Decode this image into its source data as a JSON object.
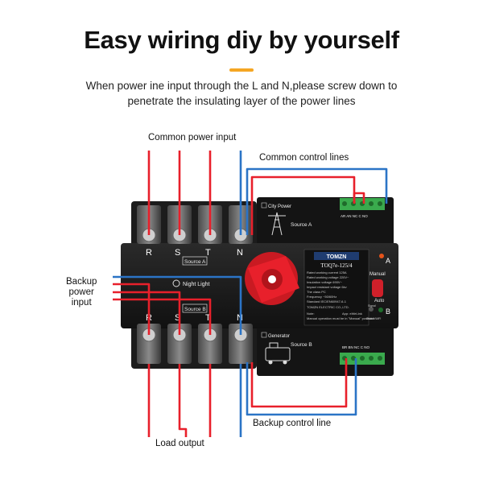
{
  "header": {
    "title": "Easy wiring diy by yourself",
    "subtitle_line1": "When power ine input through the L and N,please screw down to",
    "subtitle_line2": "penetrate the insulating layer of the power lines"
  },
  "callouts": {
    "common_power_input": "Common power input",
    "common_control_lines": "Common control lines",
    "backup_power_input_1": "Backup",
    "backup_power_input_2": "power",
    "backup_power_input_3": "input",
    "backup_control_line": "Backup control line",
    "load_output": "Load output"
  },
  "device": {
    "terminals_top": [
      "R",
      "S",
      "T",
      "N"
    ],
    "terminals_bottom": [
      "R",
      "S",
      "T",
      "N"
    ],
    "source_a_tag": "Source A",
    "source_b_tag": "Source B",
    "night_light": "Night Light",
    "city_power": "City Power",
    "source_a": "Source A",
    "generator": "Generator",
    "source_b": "Source B",
    "brand": "TOMZN",
    "model": "TOQ7e-125/4",
    "spec_lines": [
      "Rated working current  125A",
      "Rated working voltage 220V~",
      "Insulation voltage      690V~",
      "Impact resistant voltage  6kv",
      "The class                PC",
      "Frequency          ~50/60Hz",
      "Standard    IEC/EN60947-6-1"
    ],
    "company": "TOMZN ELECTRIC CO.,LTD.",
    "note": "Note:",
    "note_text": "Manual operation must be in \"Manual\" position!",
    "app_text": "App: eWeLink",
    "label_a": "A",
    "label_b": "B",
    "manual": "Manual",
    "auto": "Auto",
    "signal": "Signal",
    "switch_wifi": "Switch/WiFi",
    "top_block_pins": "AR AN  NC  C  NO",
    "bottom_block_pins": "BR BN  NC  C  NO"
  },
  "colors": {
    "red_wire": "#e8202b",
    "blue_wire": "#2b74c6",
    "accent": "#f5a623",
    "knob": "#e8202b",
    "green_terminal": "#3aaa4d"
  }
}
